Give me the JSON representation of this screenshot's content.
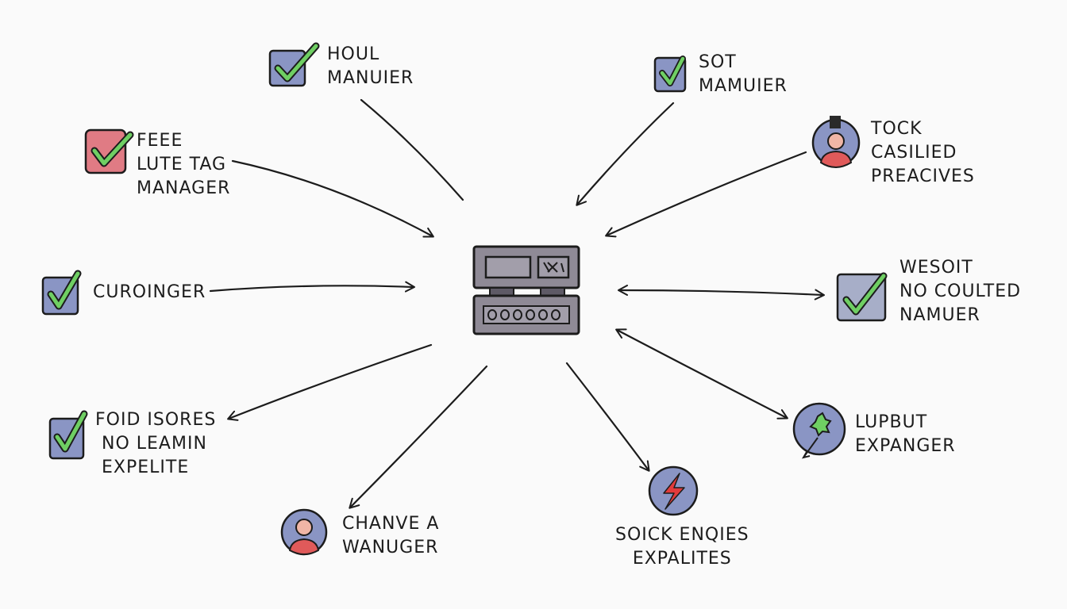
{
  "diagram": {
    "center": {
      "name": "server-hub",
      "icon": "server-icon"
    },
    "nodes": [
      {
        "id": "houl-manuier",
        "icon": "checkbox-icon",
        "icon_color": "#8a95c4",
        "lines": [
          "HOUL",
          "MANUIER"
        ]
      },
      {
        "id": "sot-mamuier",
        "icon": "checkbox-icon",
        "icon_color": "#8a95c4",
        "lines": [
          "SOT",
          "MAMUIER"
        ]
      },
      {
        "id": "feee-lute-tag-manager",
        "icon": "checkbox-icon",
        "icon_color": "#e07b84",
        "lines": [
          "FEEE",
          "LUTE TAG",
          "MANAGER"
        ]
      },
      {
        "id": "tock-casilied-preacives",
        "icon": "person-icon",
        "icon_color": "#8a95c4",
        "lines": [
          "TOCK",
          "CASILIED",
          "PREACIVES"
        ]
      },
      {
        "id": "curoinger",
        "icon": "checkbox-icon",
        "icon_color": "#8a95c4",
        "lines": [
          "CUROINGER"
        ]
      },
      {
        "id": "wesoit-no-coulted-namuer",
        "icon": "checkbox-icon",
        "icon_color": "#a7aec8",
        "lines": [
          "WESOIT",
          "NO COULTED",
          "NAMUER"
        ]
      },
      {
        "id": "foid-isores-no-leamin-expelite",
        "icon": "checkbox-icon",
        "icon_color": "#8a95c4",
        "lines": [
          "FOID ISORES",
          "NO LEAMIN",
          "EXPELITE"
        ]
      },
      {
        "id": "lupbut-expanger",
        "icon": "rocket-icon",
        "icon_color": "#8a95c4",
        "lines": [
          "LUPBUT",
          "EXPANGER"
        ]
      },
      {
        "id": "chanve-a-wanuger",
        "icon": "person-icon",
        "icon_color": "#8a95c4",
        "lines": [
          "CHANVE A",
          "WANUGER"
        ]
      },
      {
        "id": "soick-enqies-expalites",
        "icon": "lightning-icon",
        "icon_color": "#8a95c4",
        "lines": [
          "SOICK ENQIES",
          "EXPALITES"
        ]
      }
    ],
    "colors": {
      "check_green": "#6fcf63",
      "ink": "#1c1c1c",
      "server_body": "#8f8a96",
      "person_skin": "#f0b6a6",
      "person_shirt": "#e05a5a",
      "bolt_red": "#e23b3b"
    }
  }
}
